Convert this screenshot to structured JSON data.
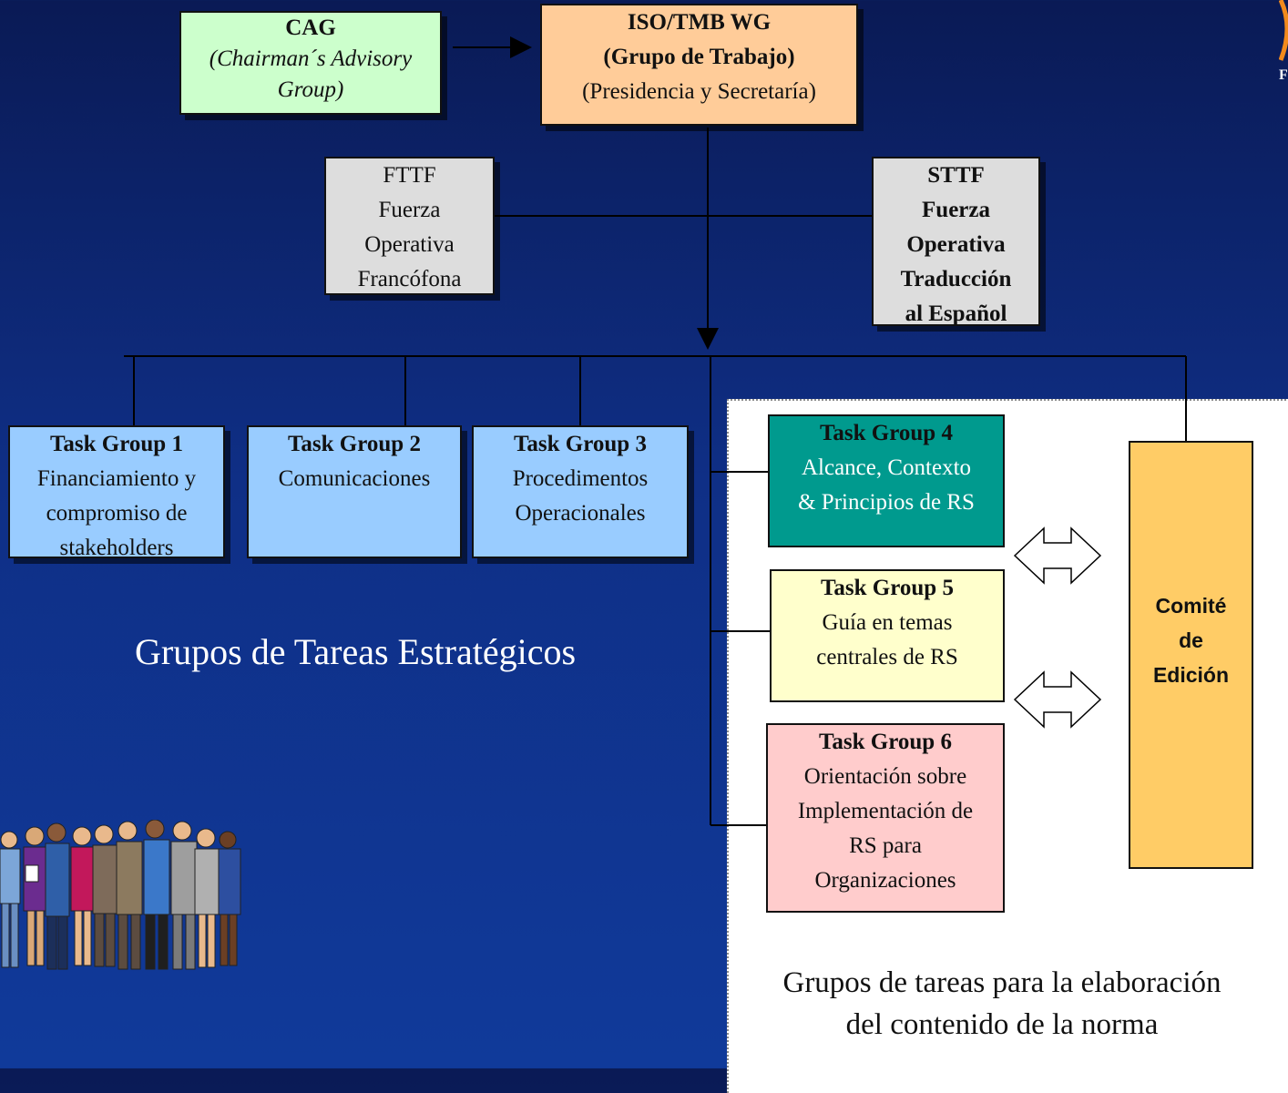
{
  "cag": {
    "title": "CAG",
    "subtitle": "(Chairman´s Advisory Group)"
  },
  "iso": {
    "title1": "ISO/TMB WG",
    "title2": "(Grupo de Trabajo)",
    "subtitle": "(Presidencia y Secretaría)"
  },
  "fttf": {
    "lines": [
      "FTTF",
      "Fuerza",
      "Operativa",
      "Francófona"
    ]
  },
  "sttf": {
    "lines": [
      "STTF",
      "Fuerza",
      "Operativa",
      "Traducción",
      "al Español"
    ]
  },
  "tg1": {
    "title": "Task Group 1",
    "lines": [
      "Financiamiento y",
      "compromiso de",
      "stakeholders"
    ]
  },
  "tg2": {
    "title": "Task Group 2",
    "lines": [
      "Comunicaciones"
    ]
  },
  "tg3": {
    "title": "Task Group 3",
    "lines": [
      "Procedimentos",
      "Operacionales"
    ]
  },
  "tg4": {
    "title": "Task Group 4",
    "lines": [
      "Alcance, Contexto",
      "& Principios de RS"
    ]
  },
  "tg5": {
    "title": "Task Group 5",
    "lines": [
      "Guía en temas",
      "centrales de RS"
    ]
  },
  "tg6": {
    "title": "Task Group 6",
    "lines": [
      "Orientación sobre",
      "Implementación de",
      "RS para",
      "Organizaciones"
    ]
  },
  "comite": {
    "lines": [
      "Comité",
      "de",
      "Edición"
    ]
  },
  "captions": {
    "strategic": "Grupos de Tareas Estratégicos",
    "content": [
      "Grupos de tareas para la elaboración",
      "del contenido de la norma"
    ]
  },
  "partial_logo_letter": "F",
  "colors": {
    "background": "#0f2f86",
    "cag": "#ccffcc",
    "iso": "#ffcc99",
    "grey": "#dddddd",
    "blue": "#99ccff",
    "teal": "#009a8e",
    "yellow": "#ffffcc",
    "pink": "#ffcccc",
    "gold": "#ffcc66"
  }
}
